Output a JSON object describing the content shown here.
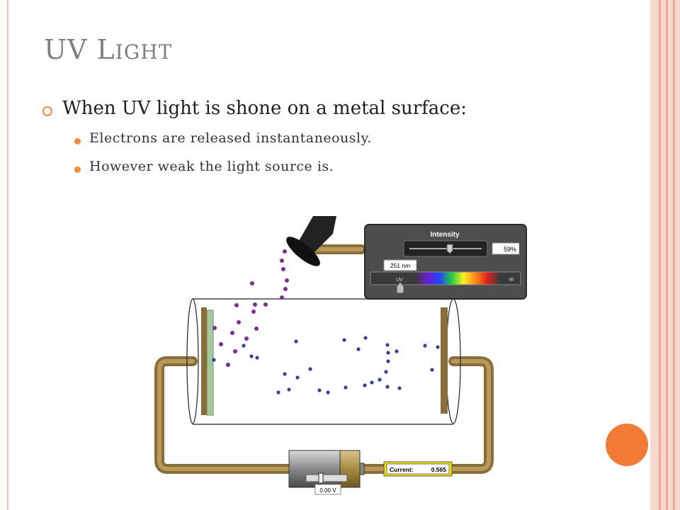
{
  "slide": {
    "title_first": "UV L",
    "title_rest": "IGHT",
    "bullet_main": "When UV light is shone on a metal surface:",
    "sub_bullets": [
      "Electrons are released instantaneously.",
      "However weak the light source is."
    ]
  },
  "simulation": {
    "panel_title": "Intensity",
    "intensity_value": "59%",
    "intensity_fraction": 0.59,
    "wavelength_value": "251 nm",
    "spectrum_left_label": "UV",
    "spectrum_right_label": "IR",
    "current_label": "Current:",
    "current_value": "0.565",
    "voltage_value": "0.00 V"
  },
  "colors": {
    "accent": "#f08b3c",
    "title_gray": "#7f7f7f",
    "wire": "#a0814a",
    "electron": "#3a3f9a",
    "photon": "#7a2f8f",
    "current_box": "#f4e400"
  }
}
